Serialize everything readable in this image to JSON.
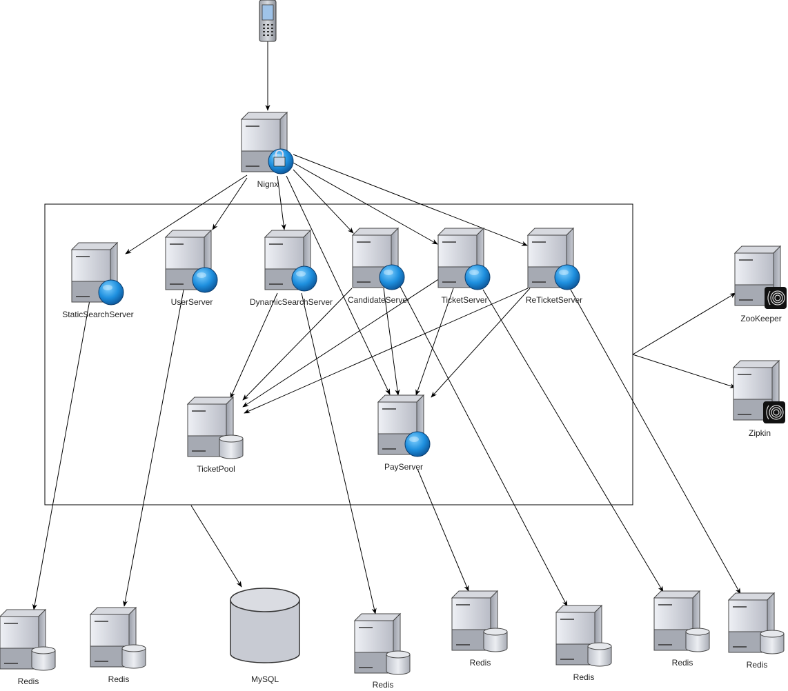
{
  "diagram": {
    "gateway_label": "Nignx",
    "services": [
      "StaticSearchServer",
      "UserServer",
      "DynamicSearchServer",
      "CandidateServer",
      "TicketServer",
      "ReTicketServer"
    ],
    "ticket_pool_label": "TicketPool",
    "pay_server_label": "PayServer",
    "zookeeper_label": "ZooKeeper",
    "zipkin_label": "Zipkin",
    "mysql_label": "MySQL",
    "redis_label": "Redis"
  }
}
